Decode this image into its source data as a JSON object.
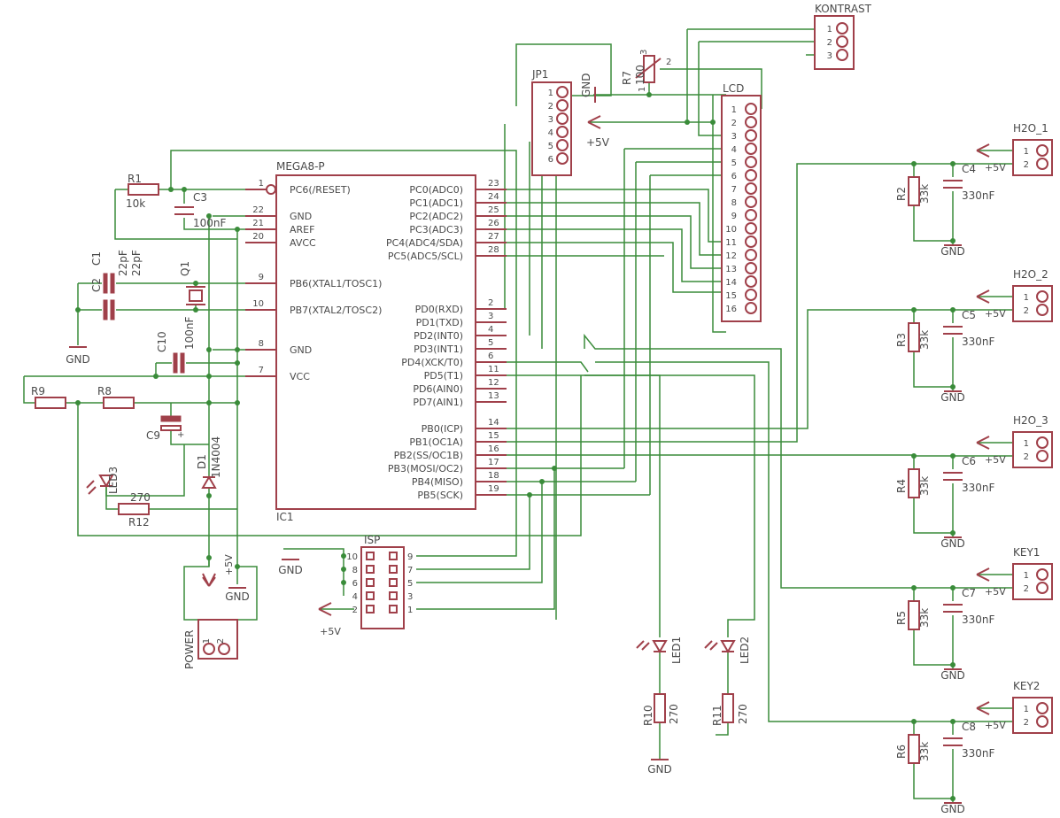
{
  "ic": {
    "name": "MEGA8-P",
    "ref": "IC1",
    "left_pins": [
      {
        "num": "1",
        "label": "PC6(/RESET)"
      },
      {
        "num": "22",
        "label": "GND"
      },
      {
        "num": "21",
        "label": "AREF"
      },
      {
        "num": "20",
        "label": "AVCC"
      },
      {
        "num": "9",
        "label": "PB6(XTAL1/TOSC1)"
      },
      {
        "num": "10",
        "label": "PB7(XTAL2/TOSC2)"
      },
      {
        "num": "8",
        "label": "GND"
      },
      {
        "num": "7",
        "label": "VCC"
      }
    ],
    "right_pins": [
      {
        "num": "23",
        "label": "PC0(ADC0)"
      },
      {
        "num": "24",
        "label": "PC1(ADC1)"
      },
      {
        "num": "25",
        "label": "PC2(ADC2)"
      },
      {
        "num": "26",
        "label": "PC3(ADC3)"
      },
      {
        "num": "27",
        "label": "PC4(ADC4/SDA)"
      },
      {
        "num": "28",
        "label": "PC5(ADC5/SCL)"
      },
      {
        "num": "2",
        "label": "PD0(RXD)"
      },
      {
        "num": "3",
        "label": "PD1(TXD)"
      },
      {
        "num": "4",
        "label": "PD2(INT0)"
      },
      {
        "num": "5",
        "label": "PD3(INT1)"
      },
      {
        "num": "6",
        "label": "PD4(XCK/T0)"
      },
      {
        "num": "11",
        "label": "PD5(T1)"
      },
      {
        "num": "12",
        "label": "PD6(AIN0)"
      },
      {
        "num": "13",
        "label": "PD7(AIN1)"
      },
      {
        "num": "14",
        "label": "PB0(ICP)"
      },
      {
        "num": "15",
        "label": "PB1(OC1A)"
      },
      {
        "num": "16",
        "label": "PB2(SS/OC1B)"
      },
      {
        "num": "17",
        "label": "PB3(MOSI/OC2)"
      },
      {
        "num": "18",
        "label": "PB4(MISO)"
      },
      {
        "num": "19",
        "label": "PB5(SCK)"
      }
    ]
  },
  "connectors": {
    "kontrast": {
      "name": "KONTRAST",
      "pins": [
        "1",
        "2",
        "3"
      ]
    },
    "jp1": {
      "name": "JP1",
      "pins": [
        "1",
        "2",
        "3",
        "4",
        "5",
        "6"
      ]
    },
    "lcd": {
      "name": "LCD",
      "pins": [
        "1",
        "2",
        "3",
        "4",
        "5",
        "6",
        "7",
        "8",
        "9",
        "10",
        "11",
        "12",
        "13",
        "14",
        "15",
        "16"
      ]
    },
    "isp": {
      "name": "ISP",
      "left": [
        "10",
        "8",
        "6",
        "4",
        "2"
      ],
      "right": [
        "9",
        "7",
        "5",
        "3",
        "1"
      ]
    },
    "power": {
      "name": "POWER",
      "pins": [
        "1",
        "2"
      ]
    },
    "h2o_1": {
      "name": "H2O_1",
      "pins": [
        "1",
        "2"
      ]
    },
    "h2o_2": {
      "name": "H2O_2",
      "pins": [
        "1",
        "2"
      ]
    },
    "h2o_3": {
      "name": "H2O_3",
      "pins": [
        "1",
        "2"
      ]
    },
    "key1": {
      "name": "KEY1",
      "pins": [
        "1",
        "2"
      ]
    },
    "key2": {
      "name": "KEY2",
      "pins": [
        "1",
        "2"
      ]
    }
  },
  "parts": {
    "r1": {
      "name": "R1",
      "value": "10k"
    },
    "c3": {
      "name": "C3",
      "value": "100nF"
    },
    "c1": {
      "name": "C1",
      "value": "22pF"
    },
    "c2": {
      "name": "C2",
      "value": "22pF"
    },
    "q1": {
      "name": "Q1"
    },
    "c10": {
      "name": "C10",
      "value": "100nF"
    },
    "r9": {
      "name": "R9"
    },
    "r8": {
      "name": "R8"
    },
    "c9": {
      "name": "C9"
    },
    "d1": {
      "name": "D1",
      "value": "1N4004"
    },
    "led3": {
      "name": "LED3"
    },
    "r12": {
      "name": "R12",
      "value": "270"
    },
    "r7": {
      "name": "R7",
      "value": "100",
      "pin1": "1",
      "pin2": "2",
      "pin3": "3"
    },
    "led1": {
      "name": "LED1"
    },
    "led2": {
      "name": "LED2"
    },
    "r10": {
      "name": "R10",
      "value": "270"
    },
    "r11": {
      "name": "R11",
      "value": "270"
    },
    "r2": {
      "name": "R2",
      "value": "33k"
    },
    "r3": {
      "name": "R3",
      "value": "33k"
    },
    "r4": {
      "name": "R4",
      "value": "33k"
    },
    "r5": {
      "name": "R5",
      "value": "33k"
    },
    "r6": {
      "name": "R6",
      "value": "33k"
    },
    "c4": {
      "name": "C4",
      "value": "330nF"
    },
    "c5": {
      "name": "C5",
      "value": "330nF"
    },
    "c6": {
      "name": "C6",
      "value": "330nF"
    },
    "c7": {
      "name": "C7",
      "value": "330nF"
    },
    "c8": {
      "name": "C8",
      "value": "330nF"
    }
  },
  "nets": {
    "gnd": "GND",
    "vcc": "+5V",
    "plus": "+"
  },
  "colors": {
    "wire": "#3a8c3a",
    "part": "#a0404a",
    "text": "#4a4a4a"
  }
}
